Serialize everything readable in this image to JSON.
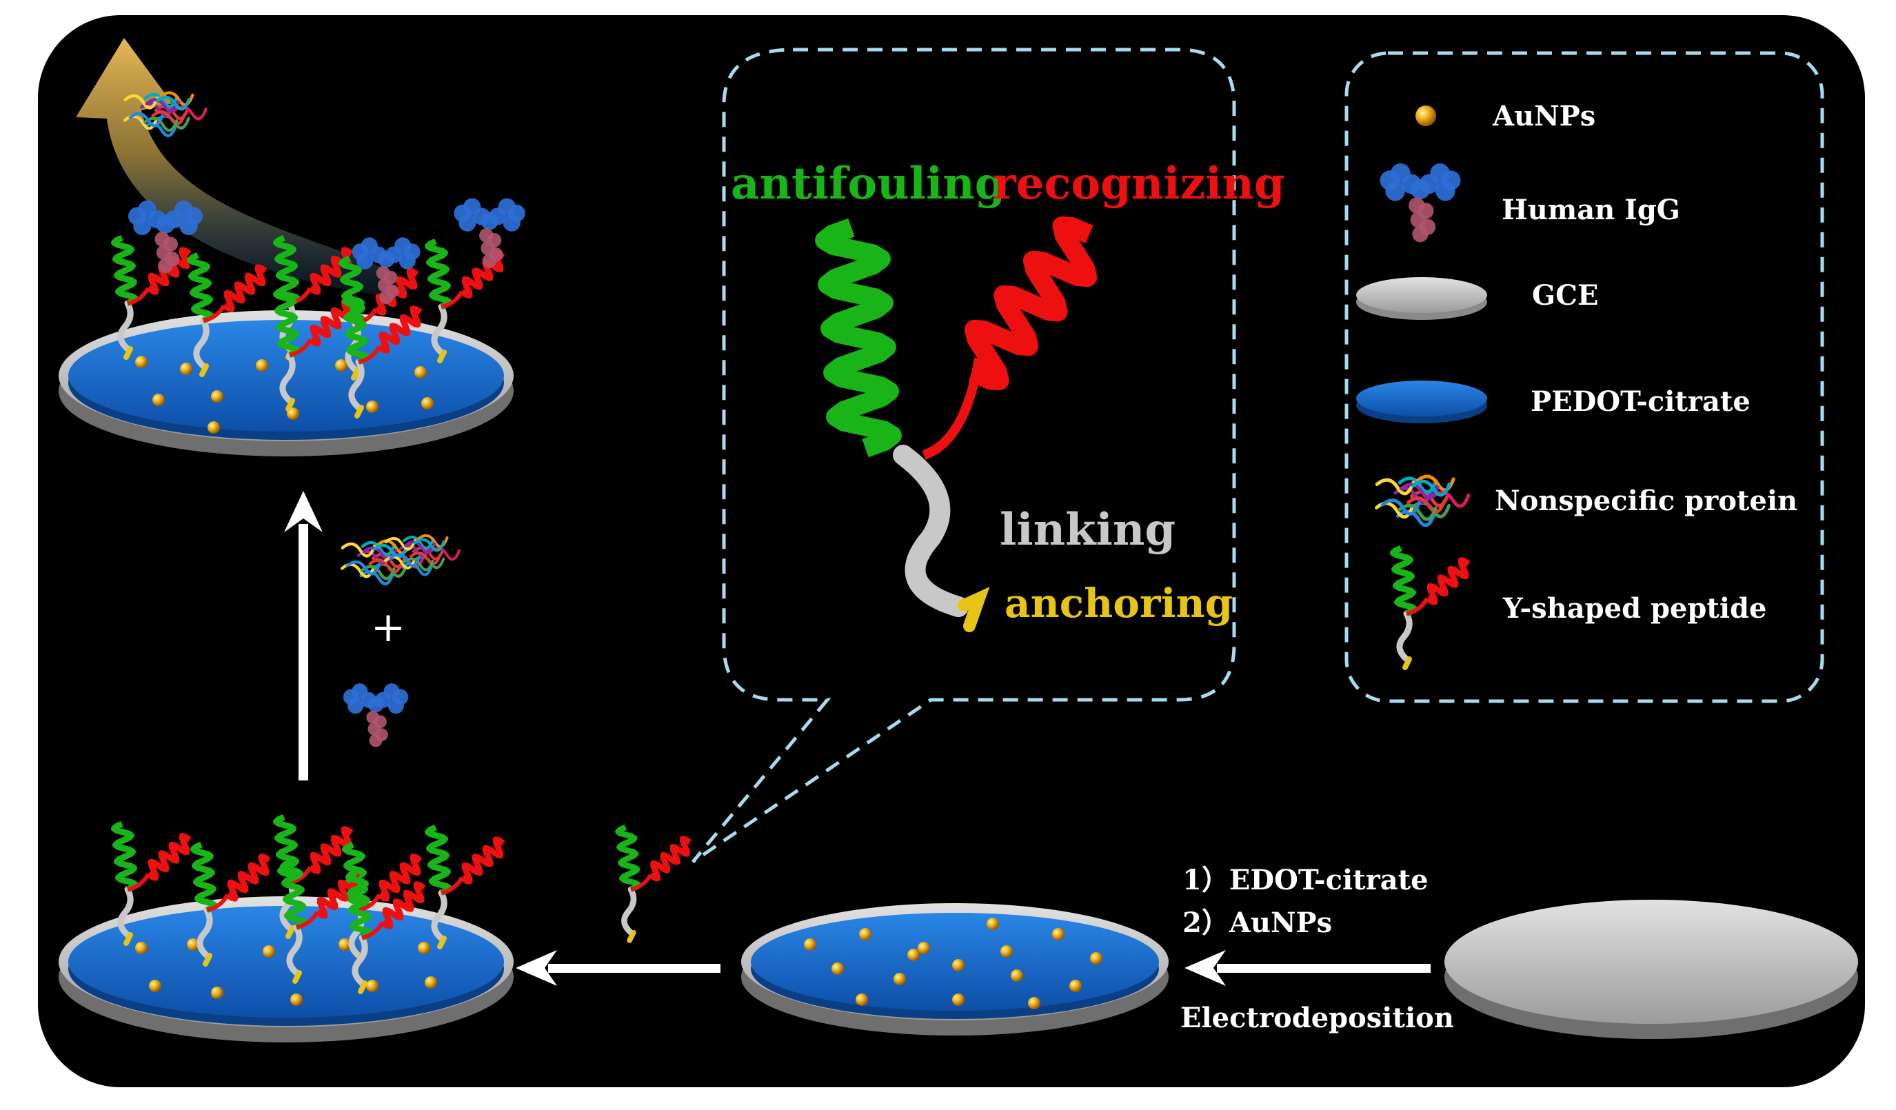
{
  "callout": {
    "antifouling": "antifouling",
    "recognizing": "recognizing",
    "linking": "linking",
    "anchoring": "anchoring"
  },
  "legend": {
    "items": [
      {
        "icon": "aunp-icon",
        "label": "AuNPs"
      },
      {
        "icon": "human-igg-icon",
        "label": "Human IgG"
      },
      {
        "icon": "gce-icon",
        "label": "GCE"
      },
      {
        "icon": "pedot-citrate-icon",
        "label": "PEDOT-citrate"
      },
      {
        "icon": "nonspecific-protein-icon",
        "label": "Nonspecific protein"
      },
      {
        "icon": "y-shaped-peptide-icon",
        "label": "Y-shaped peptide"
      }
    ]
  },
  "steps": {
    "step1": "1）EDOT-citrate",
    "step2": "2）AuNPs",
    "method": "Electrodeposition",
    "plus": "+"
  },
  "colors": {
    "background": "#000000",
    "electrode_blue": "#1565c0",
    "gce_gray": "#bdbdbd",
    "antifouling_green": "#18b418",
    "recognizing_red": "#ee1010",
    "linking_gray": "#c8c8c8",
    "anchoring_gold": "#e8c414",
    "callout_border": "#a6dcec"
  }
}
